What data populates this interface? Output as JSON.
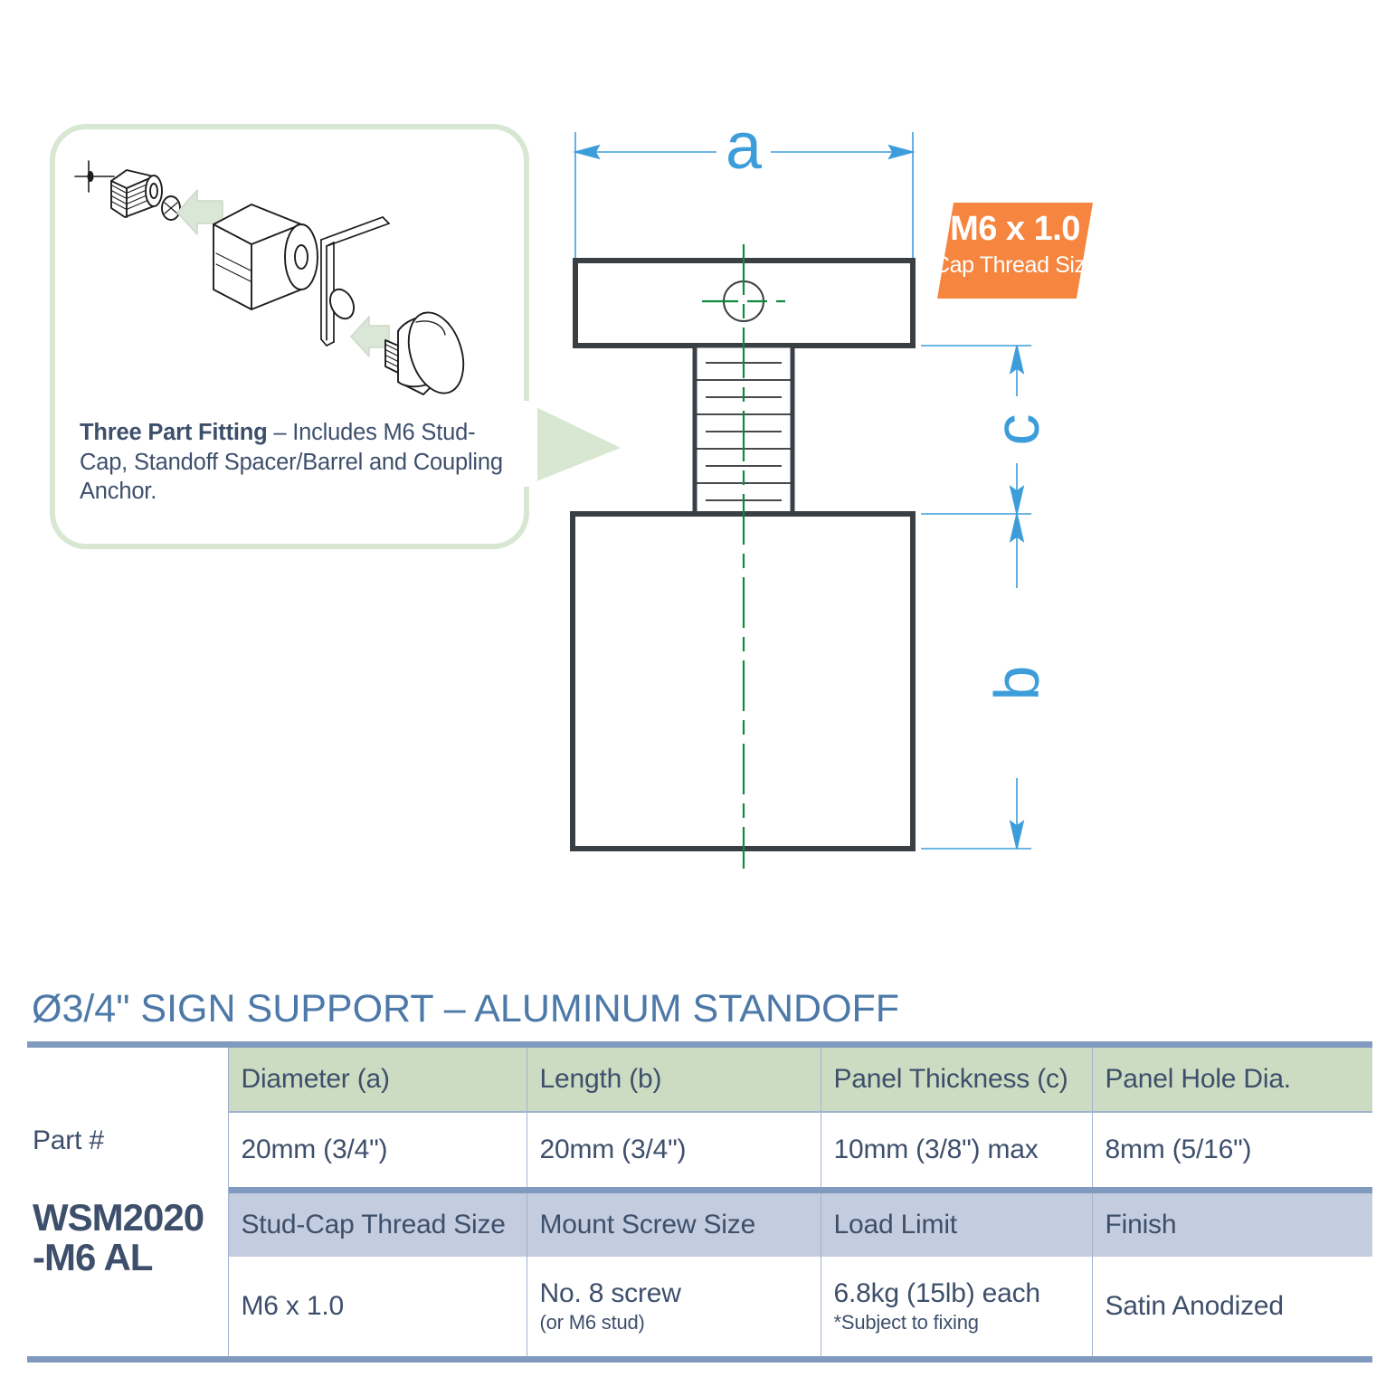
{
  "callout": {
    "lead": "Three Part Fitting",
    "body": " –  Includes M6 Stud-Cap, Standoff Spacer/Barrel and Coupling Anchor.",
    "art_name": "exploded-standoff-assembly-illustration"
  },
  "badge": {
    "thread": "M6 x 1.0",
    "caption": "Cap Thread Size",
    "color": "#f5853f"
  },
  "drawing": {
    "dim_a": "a",
    "dim_b": "b",
    "dim_c": "c",
    "dimension_color": "#3d9ddb",
    "outline_color": "#3a3f44",
    "centerline_color": "#0f8a3d"
  },
  "title": "Ø3/4\" SIGN SUPPORT – ALUMINUM STANDOFF",
  "table": {
    "part_label": "Part #",
    "part_number_line1": "WSM2020",
    "part_number_line2": "-M6 AL",
    "header1": [
      "Diameter (a)",
      "Length (b)",
      "Panel Thickness (c)",
      "Panel Hole Dia."
    ],
    "row1": [
      "20mm (3/4\")",
      "20mm (3/4\")",
      "10mm (3/8\") max",
      "8mm (5/16\")"
    ],
    "header2": [
      "Stud-Cap Thread Size",
      "Mount Screw Size",
      "Load Limit",
      "Finish"
    ],
    "row2": [
      "M6 x 1.0",
      "No. 8 screw",
      "6.8kg (15lb) each",
      "Satin Anodized"
    ],
    "row2_sub": [
      "",
      "(or M6 stud)",
      "*Subject to fixing",
      ""
    ],
    "header_green": "#ccdcc2",
    "header_blue": "#c3cddf",
    "bar_color": "#8099bf",
    "text_color": "#3d4f6b"
  }
}
